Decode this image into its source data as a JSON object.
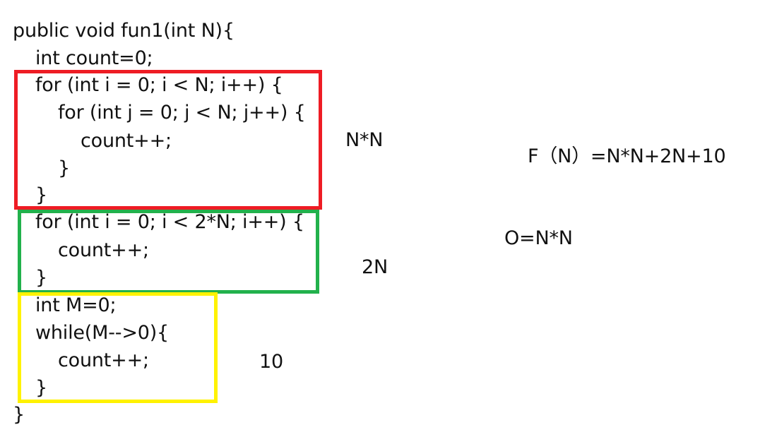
{
  "code": {
    "signature": "public void fun1(int N){",
    "count_decl": "int count=0;",
    "outer_for": "for (int i = 0; i < N; i++) {",
    "inner_for": "for (int j = 0; j < N; j++) {",
    "inner_count": "count++;",
    "inner_close": "}",
    "outer_close": "}",
    "second_for": "for (int i = 0; i < 2*N; i++) {",
    "second_count": "count++;",
    "second_close": "}",
    "m_decl": "int M=0;",
    "while_loop": "while(M-->0){",
    "while_count": "count++;",
    "while_close": "}",
    "function_close": "}"
  },
  "annotations": {
    "nested_loop_cost": "N*N",
    "single_loop_cost": "2N",
    "while_loop_cost": "10",
    "f_of_n": "F（N）=N*N+2N+10",
    "big_o": "O=N*N"
  },
  "colors": {
    "red_box": "#ee1c24",
    "green_box": "#22b14c",
    "yellow_box": "#fff200"
  }
}
